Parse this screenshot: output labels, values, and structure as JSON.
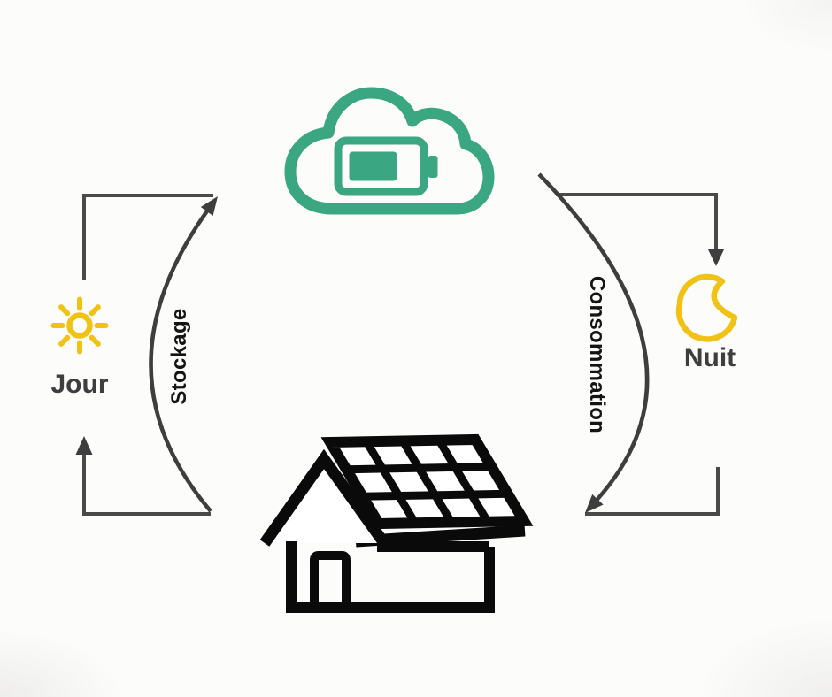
{
  "diagram": {
    "labels": {
      "day": "Jour",
      "night": "Nuit",
      "storage_arrow": "Stockage",
      "consumption_arrow": "Consommation"
    },
    "icons": {
      "cloud_battery": "cloud-battery-icon",
      "sun": "sun-icon",
      "moon": "moon-icon",
      "house_solar": "house-solar-panels-icon"
    }
  },
  "colors": {
    "green": "#3AA682",
    "yellow": "#F1C216",
    "ink": "#0A0A0A",
    "arrow": "#3E3E3E",
    "bracket": "#4A4A4A",
    "label_gray": "#3E3E3E",
    "label_dark": "#141414",
    "background": "#FCFCFB"
  }
}
